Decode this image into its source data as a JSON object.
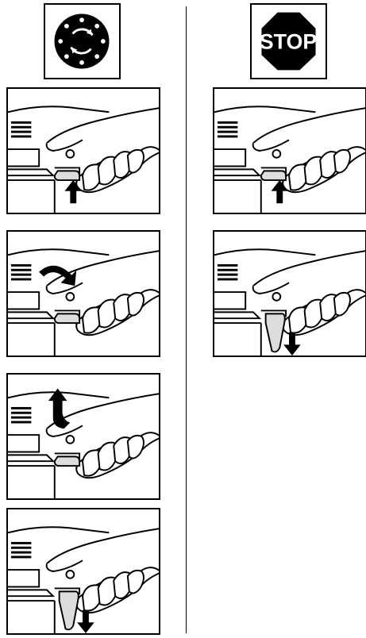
{
  "stop_sign": {
    "label": "STOP"
  },
  "left_sequence": {
    "icon": "continuous-rotation-icon",
    "steps": [
      "press-trigger-up",
      "press-lock-button-in",
      "release-lock-button",
      "release-trigger-down"
    ]
  },
  "right_sequence": {
    "icon": "stop-sign-icon",
    "steps": [
      "press-trigger-up",
      "release-trigger-down"
    ]
  }
}
